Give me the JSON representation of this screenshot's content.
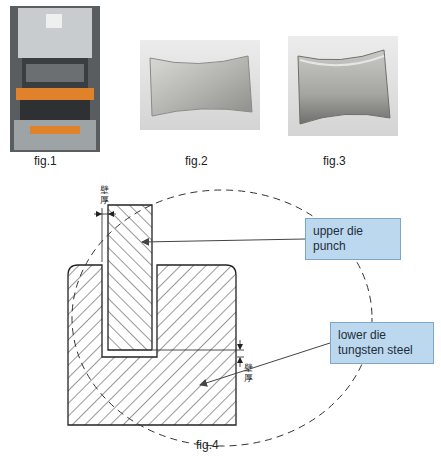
{
  "diagram": {
    "nodes": [
      {
        "text": [
          "upper die punch"
        ]
      },
      {
        "text": [
          "lower die tungsten steel"
        ]
      }
    ],
    "labels": [
      "fig.1",
      "fig.2",
      "fig.3",
      "壁厚",
      "壁厚",
      "fig.4"
    ]
  }
}
